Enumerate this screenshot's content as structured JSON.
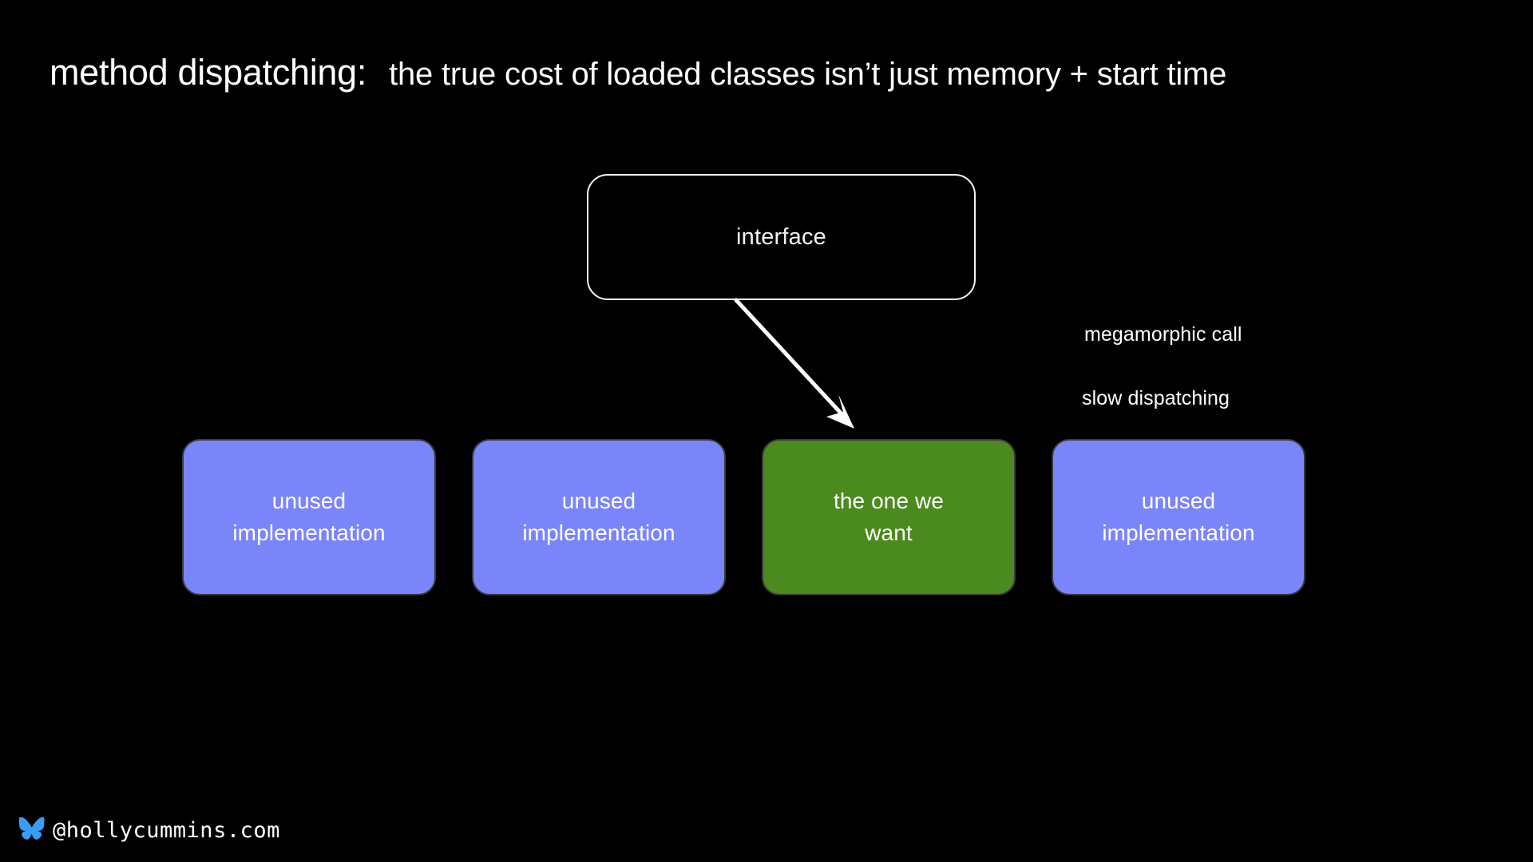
{
  "slide": {
    "background_color": "#000000",
    "title": {
      "main": "method dispatching:",
      "sub": "the true cost of loaded classes isn’t just memory + start time"
    },
    "interface_node": {
      "label": "interface",
      "border_color": "#f4f4f4",
      "fill_color": "#000000"
    },
    "arrow": {
      "name": "dispatch-arrow",
      "color": "#ffffff",
      "from": "interface",
      "to": "the one we want"
    },
    "implementations": [
      {
        "label": "unused\nimplementation",
        "line1": "unused",
        "line2": "implementation",
        "fill_color": "#7b85fa",
        "border_color": "#3a3a3a",
        "selected": false
      },
      {
        "label": "unused\nimplementation",
        "line1": "unused",
        "line2": "implementation",
        "fill_color": "#7b85fa",
        "border_color": "#3a3a3a",
        "selected": false
      },
      {
        "label": "the one we\nwant",
        "line1": "the one we",
        "line2": "want",
        "fill_color": "#4a8a1f",
        "border_color": "#3a3a3a",
        "selected": true
      },
      {
        "label": "unused\nimplementation",
        "line1": "unused",
        "line2": "implementation",
        "fill_color": "#7b85fa",
        "border_color": "#3a3a3a",
        "selected": false
      }
    ],
    "annotations": [
      {
        "text": "megamorphic call"
      },
      {
        "text": "slow dispatching"
      }
    ],
    "footer": {
      "icon": "bluesky-butterfly-icon",
      "icon_color": "#3b9cf5",
      "handle": "@hollycummins.com"
    }
  }
}
